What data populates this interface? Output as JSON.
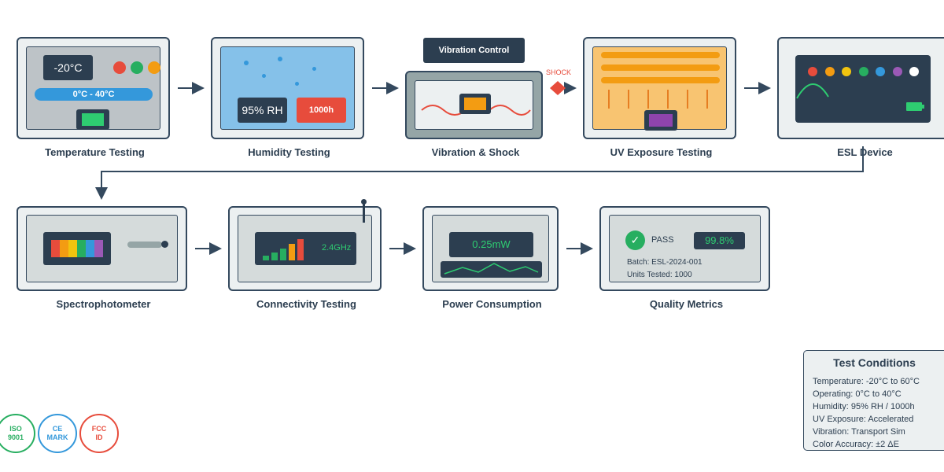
{
  "stations": {
    "temperature": {
      "label": "Temperature Testing",
      "reading": "-20°C",
      "range": "0°C - 40°C",
      "indicator_colors": [
        "#e74c3c",
        "#27ae60",
        "#f39c12"
      ]
    },
    "humidity": {
      "label": "Humidity Testing",
      "reading": "95% RH",
      "duration": "1000h"
    },
    "vibration": {
      "label": "Vibration & Shock",
      "control_label": "Vibration Control",
      "shock_label": "SHOCK"
    },
    "uv": {
      "label": "UV Exposure Testing"
    },
    "esl": {
      "label": "ESL Device",
      "color_dots": [
        "#e74c3c",
        "#f39c12",
        "#f1c40f",
        "#27ae60",
        "#3498db",
        "#9b59b6",
        "#ffffff"
      ]
    },
    "spectro": {
      "label": "Spectrophotometer",
      "swatches": [
        "#e74c3c",
        "#f39c12",
        "#f1c40f",
        "#27ae60",
        "#3498db",
        "#9b59b6"
      ]
    },
    "connectivity": {
      "label": "Connectivity Testing",
      "frequency": "2.4GHz"
    },
    "power": {
      "label": "Power Consumption",
      "reading": "0.25mW"
    },
    "quality": {
      "label": "Quality Metrics",
      "status": "PASS",
      "score": "99.8%",
      "batch": "Batch: ESL-2024-001",
      "units": "Units Tested: 1000"
    }
  },
  "test_conditions": {
    "title": "Test Conditions",
    "items": [
      "Temperature: -20°C to 60°C",
      "Operating: 0°C to 40°C",
      "Humidity: 95% RH / 1000h",
      "UV Exposure: Accelerated",
      "Vibration: Transport Sim",
      "Color Accuracy: ±2 ΔE"
    ]
  },
  "certifications": [
    {
      "line1": "ISO",
      "line2": "9001",
      "color": "#27ae60"
    },
    {
      "line1": "CE",
      "line2": "MARK",
      "color": "#3498db"
    },
    {
      "line1": "FCC",
      "line2": "ID",
      "color": "#e74c3c"
    }
  ],
  "icons": {
    "flow-arrow": "arrow-right-icon",
    "pass-check": "checkmark-icon",
    "battery": "battery-icon",
    "antenna": "antenna-icon"
  }
}
